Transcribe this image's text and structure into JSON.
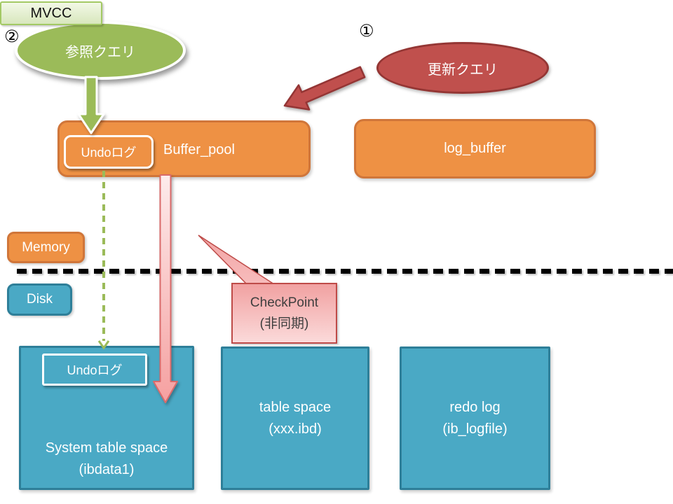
{
  "title": {
    "label": "MVCC"
  },
  "badges": {
    "step1": "①",
    "step2": "②"
  },
  "ellipses": {
    "reference_query": {
      "label": "参照クエリ",
      "color": "#9bbb59"
    },
    "update_query": {
      "label": "更新クエリ",
      "color": "#c0504d"
    }
  },
  "memory": {
    "zone_label": "Memory",
    "buffer_pool": {
      "label": "Buffer_pool",
      "undo_log": "Undoログ"
    },
    "log_buffer": {
      "label": "log_buffer"
    }
  },
  "disk": {
    "zone_label": "Disk",
    "system_table_space": {
      "line1": "System table space",
      "line2": "(ibdata1)",
      "undo_log": "Undoログ"
    },
    "table_space": {
      "line1": "table space",
      "line2": "(xxx.ibd)"
    },
    "redo_log": {
      "line1": "redo log",
      "line2": "(ib_logfile)"
    }
  },
  "callout": {
    "line1": "CheckPoint",
    "line2": "(非同期)"
  },
  "arrows": {
    "update_to_buffer_pool": "red-block-arrow",
    "reference_to_undo_log": "green-block-arrow",
    "undo_log_memory_to_disk": "green-dashed-arrow",
    "checkpoint_flush": "pink-long-arrow"
  },
  "colors": {
    "orange_fill": "#ee9144",
    "orange_border": "#d0763a",
    "teal_fill": "#4aa9c5",
    "teal_border": "#2e7f99",
    "green": "#9bbb59",
    "red_fill": "#c0504d",
    "red_border": "#943634",
    "pink_fill": "#f7a8a8",
    "pink_border": "#d96b6b",
    "callout_border": "#be4b48",
    "title_fill": "#d8e7bd",
    "title_border": "#a3c964",
    "divider": "#000000"
  }
}
